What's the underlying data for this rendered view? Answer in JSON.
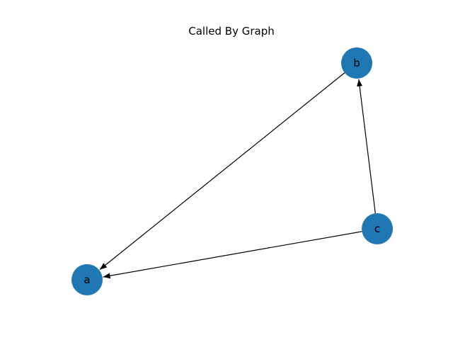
{
  "title": "Called By Graph",
  "colors": {
    "node_fill": "#1f77b4",
    "edge": "#000000",
    "background": "#ffffff"
  },
  "nodes": [
    {
      "id": "a",
      "label": "a"
    },
    {
      "id": "b",
      "label": "b"
    },
    {
      "id": "c",
      "label": "c"
    }
  ],
  "edges": [
    {
      "source": "b",
      "target": "a"
    },
    {
      "source": "c",
      "target": "a"
    },
    {
      "source": "c",
      "target": "b"
    }
  ]
}
